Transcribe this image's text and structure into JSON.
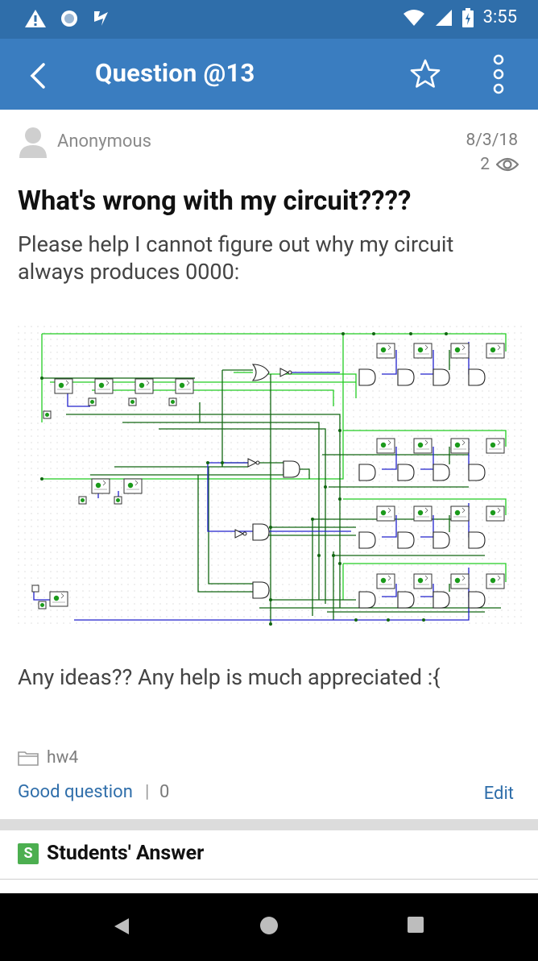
{
  "status_bar": {
    "time": "3:55"
  },
  "app_bar": {
    "title": "Question @13"
  },
  "question": {
    "author": "Anonymous",
    "date": "8/3/18",
    "views": "2",
    "title": "What's wrong with my circuit????",
    "body": "Please help I cannot figure out why my circuit always produces 0000:",
    "footer_text": "Any ideas?? Any help is much appreciated  :{",
    "folder": "hw4",
    "good_question_label": "Good question",
    "separator": "|",
    "good_question_count": "0",
    "edit_label": "Edit"
  },
  "students_answer": {
    "badge": "S",
    "title": "Students' Answer"
  },
  "colors": {
    "status_bar": "#2f6eaa",
    "app_bar": "#3a7dc0",
    "accent_link": "#2f6eaa",
    "wire_green": "#1fa81f",
    "wire_blue": "#2222cc",
    "badge_green": "#4caf50"
  }
}
